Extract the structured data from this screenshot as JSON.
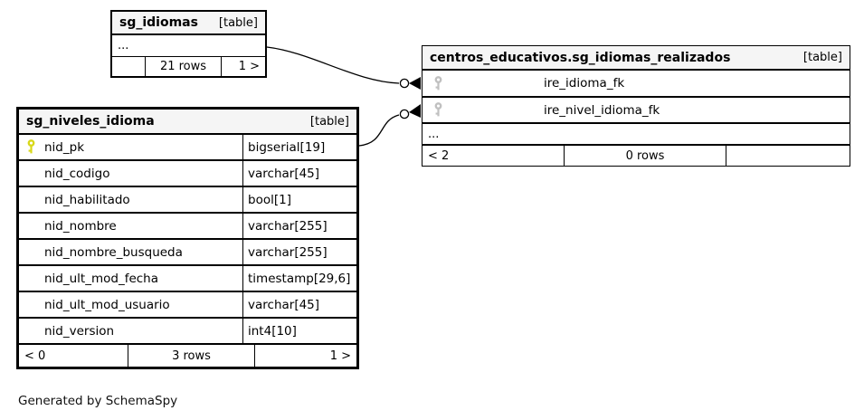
{
  "page": {
    "footer_text": "Generated by SchemaSpy",
    "background": "#ffffff"
  },
  "colors": {
    "page_bg": "#ffffff",
    "header_bg": "#f5f5f5",
    "border": "#000000",
    "text": "#000000",
    "pk_key": "#d8d819",
    "fk_key": "#c0c0c0"
  },
  "tables": {
    "sg_idiomas": {
      "name": "sg_idiomas",
      "type_label": "[table]",
      "ellipsis": "...",
      "footer": {
        "left": "",
        "center": "21 rows",
        "right": "1 >"
      }
    },
    "sg_niveles_idioma": {
      "name": "sg_niveles_idioma",
      "type_label": "[table]",
      "columns": [
        {
          "name": "nid_pk",
          "type": "bigserial[19]",
          "primary_key": true
        },
        {
          "name": "nid_codigo",
          "type": "varchar[45]",
          "primary_key": false
        },
        {
          "name": "nid_habilitado",
          "type": "bool[1]",
          "primary_key": false
        },
        {
          "name": "nid_nombre",
          "type": "varchar[255]",
          "primary_key": false
        },
        {
          "name": "nid_nombre_busqueda",
          "type": "varchar[255]",
          "primary_key": false
        },
        {
          "name": "nid_ult_mod_fecha",
          "type": "timestamp[29,6]",
          "primary_key": false
        },
        {
          "name": "nid_ult_mod_usuario",
          "type": "varchar[45]",
          "primary_key": false
        },
        {
          "name": "nid_version",
          "type": "int4[10]",
          "primary_key": false
        }
      ],
      "footer": {
        "left": "< 0",
        "center": "3 rows",
        "right": "1 >"
      }
    },
    "sg_idiomas_realizados": {
      "name": "centros_educativos.sg_idiomas_realizados",
      "type_label": "[table]",
      "foreign_keys": [
        {
          "name": "ire_idioma_fk"
        },
        {
          "name": "ire_nivel_idioma_fk"
        }
      ],
      "ellipsis": "...",
      "footer": {
        "left": "< 2",
        "center": "0 rows",
        "right": ""
      }
    }
  },
  "relationships": [
    {
      "from": "sg_idiomas",
      "to": "centros_educativos.sg_idiomas_realizados.ire_idioma_fk"
    },
    {
      "from": "sg_niveles_idioma.nid_pk",
      "to": "centros_educativos.sg_idiomas_realizados.ire_nivel_idioma_fk"
    }
  ]
}
